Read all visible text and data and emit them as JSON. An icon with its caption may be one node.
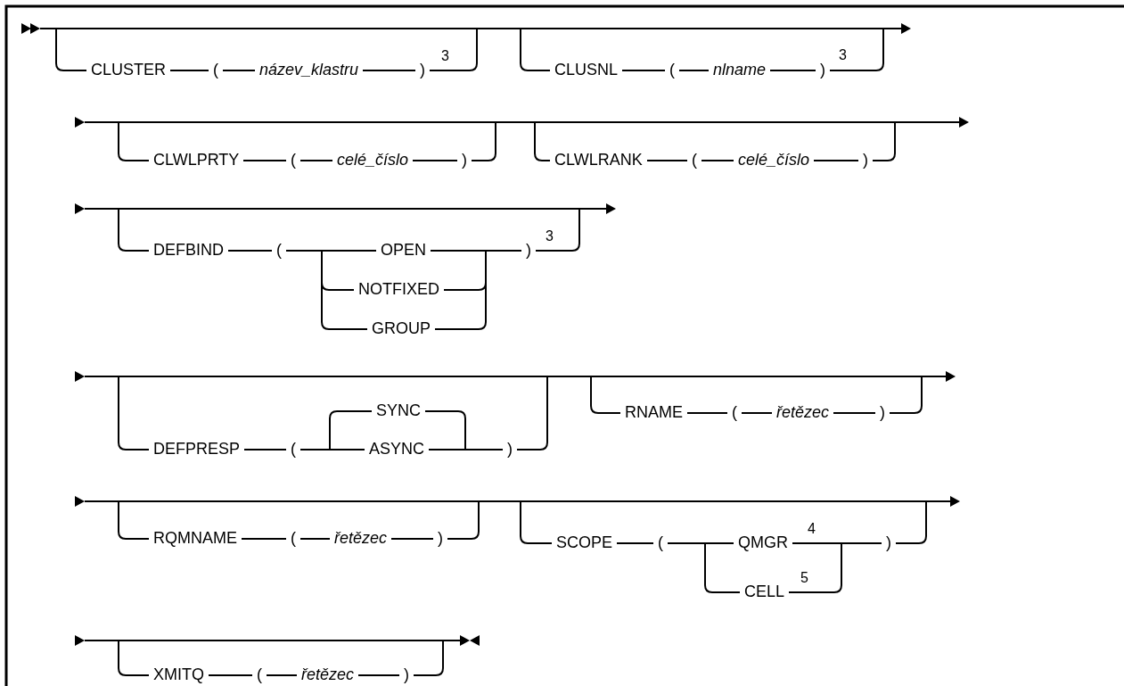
{
  "diagram": {
    "labels": [
      "CLUSTER",
      "(",
      "název_klastru",
      ")",
      "3",
      "CLUSNL",
      "(",
      "nlname",
      ")",
      "3",
      "CLWLPRTY",
      "(",
      "celé_číslo",
      ")",
      "CLWLRANK",
      "(",
      "celé_číslo",
      ")",
      "DEFBIND",
      "(",
      "OPEN",
      "NOTFIXED",
      "GROUP",
      ")",
      "3",
      "SYNC",
      "DEFPRESP",
      "(",
      "ASYNC",
      ")",
      "RNAME",
      "(",
      "řetězec",
      ")",
      "RQMNAME",
      "(",
      "řetězec",
      ")",
      "SCOPE",
      "(",
      "QMGR",
      "4",
      ")",
      "CELL",
      "5",
      "XMITQ",
      "(",
      "řetězec",
      ")"
    ]
  }
}
